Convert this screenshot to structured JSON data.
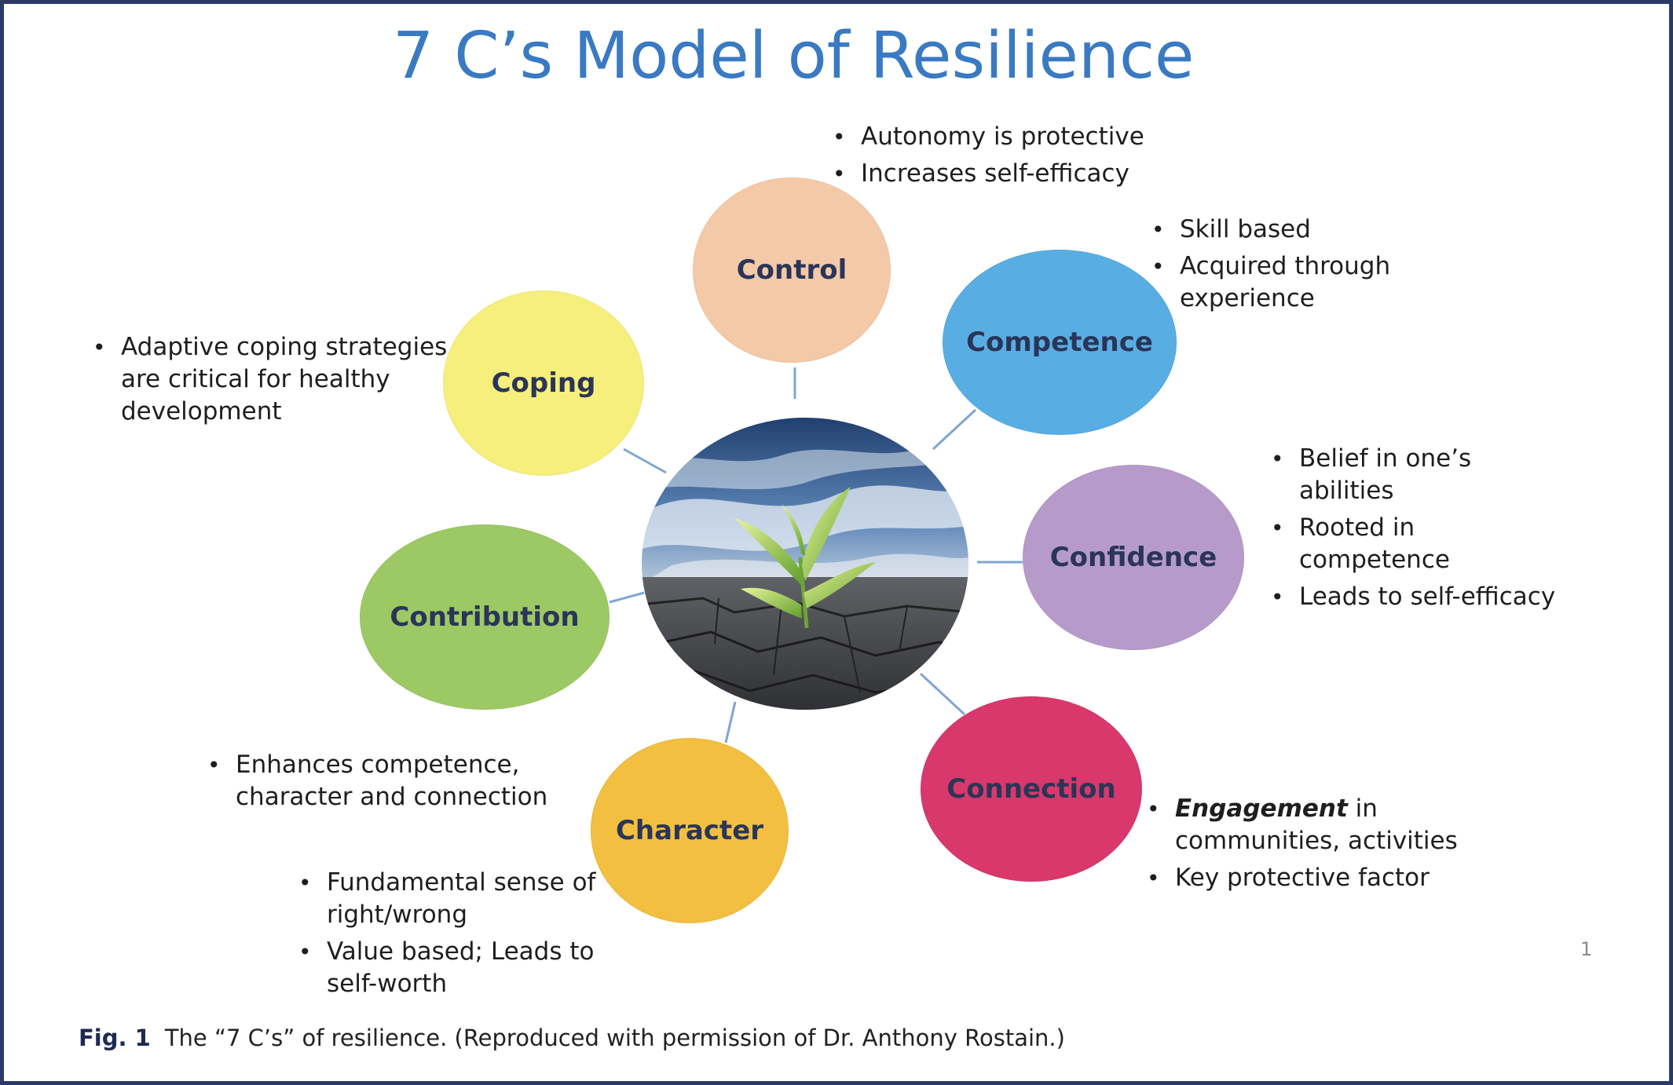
{
  "title": "7 C’s Model of Resilience",
  "colors": {
    "title": "#3a7ac2",
    "frame": "#2b3a67",
    "connector": "#7fa6d2",
    "label": "#2a3558"
  },
  "center": {
    "image": "plant-sprouting-from-cracked-earth"
  },
  "nodes": {
    "control": {
      "label": "Control",
      "color": "#f4c9a8"
    },
    "competence": {
      "label": "Competence",
      "color": "#58aee3"
    },
    "confidence": {
      "label": "Confidence",
      "color": "#b69bca"
    },
    "connection": {
      "label": "Connection",
      "color": "#d8386b"
    },
    "character": {
      "label": "Character",
      "color": "#f2bf41"
    },
    "contribution": {
      "label": "Contribution",
      "color": "#9dc964"
    },
    "coping": {
      "label": "Coping",
      "color": "#f6ef7c"
    }
  },
  "notes": {
    "control": [
      "Autonomy is protective",
      "Increases self-efficacy"
    ],
    "competence": [
      "Skill based",
      "Acquired through experience"
    ],
    "confidence": [
      "Belief in one’s abilities",
      "Rooted in competence",
      "Leads to self-efficacy"
    ],
    "connection": {
      "item1_emphasis": "Engagement",
      "item1_rest": " in communities, activities",
      "item2": "Key protective factor"
    },
    "character": [
      "Fundamental sense of right/wrong",
      "Value based; Leads to self-worth"
    ],
    "contribution": [
      "Enhances competence, character and connection"
    ],
    "coping": [
      "Adaptive coping strategies are critical for healthy development"
    ]
  },
  "bullet_char": "•",
  "slide_number": "1",
  "caption": {
    "label": "Fig. 1",
    "text": "The “7 C’s” of resilience. (Reproduced with permission of Dr. Anthony Rostain.)"
  }
}
